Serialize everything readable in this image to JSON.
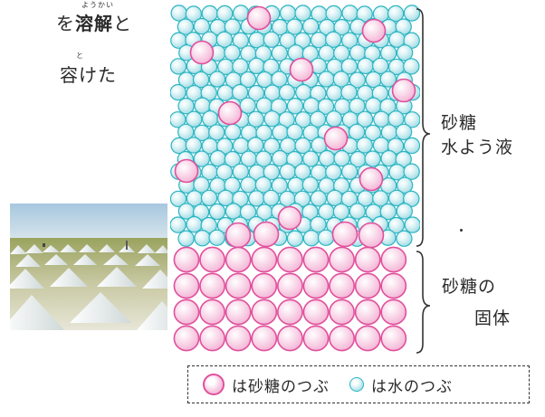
{
  "text_fragment": {
    "ruby_top": "ようかい",
    "line1_prefix": "を",
    "line1_bold": "溶解",
    "line1_suffix": "と",
    "ruby_bottom": "と",
    "line2": "容けた"
  },
  "diagram": {
    "solution_label_line1": "砂糖",
    "solution_label_line2": "水よう液",
    "solid_label_line1": "砂糖の",
    "solid_label_line2": "固体",
    "colors": {
      "water_particle": "#2cb5c2",
      "sugar_particle": "#e0509c"
    }
  },
  "legend": {
    "sugar_text": "は砂糖のつぶ",
    "water_text": "は水のつぶ"
  }
}
